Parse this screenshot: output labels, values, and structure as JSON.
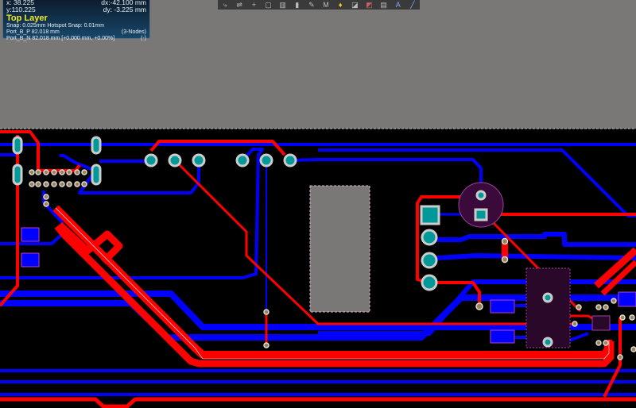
{
  "hud": {
    "x": "x: 38.225",
    "dx": "dx:-42.100 mm",
    "y": "y:110.225",
    "dy": "dy: -3.225  mm",
    "layer": "Top Layer",
    "snap": "Snap: 0.025mm Hotspot Snap: 0.01mm",
    "net1_name": "Port_B_P",
    "net1_len": "82.018 mm",
    "net1_nodes": "(3-Nodes)",
    "net2_name": "Port_B_N",
    "net2_len": "82.018 mm [+0.000 mm, +0.00%]",
    "net2_nodes": "(-)"
  },
  "toolbar": {
    "tools": [
      {
        "icon": "route-icon",
        "glyph": "⤷"
      },
      {
        "icon": "diff-pair-icon",
        "glyph": "⇌"
      },
      {
        "icon": "add-icon",
        "glyph": "+"
      },
      {
        "icon": "rect-select-icon",
        "glyph": "▢"
      },
      {
        "icon": "component-icon",
        "glyph": "▥"
      },
      {
        "icon": "fill-icon",
        "glyph": "▮"
      },
      {
        "icon": "pen-icon",
        "glyph": "✎"
      },
      {
        "icon": "measure-icon",
        "glyph": "M"
      },
      {
        "icon": "pin-icon",
        "glyph": "♦"
      },
      {
        "icon": "polygon-icon",
        "glyph": "◪"
      },
      {
        "icon": "keepout-icon",
        "glyph": "◩"
      },
      {
        "icon": "room-icon",
        "glyph": "▤"
      },
      {
        "icon": "text-icon",
        "glyph": "A"
      },
      {
        "icon": "line-icon",
        "glyph": "╱"
      }
    ]
  },
  "colors": {
    "top_layer": "#ff0000",
    "bottom_layer": "#0000ff",
    "pad": "#009999",
    "background": "#000000",
    "outside_board": "#7a7777",
    "hud_layer_text": "#f2ea2a"
  }
}
